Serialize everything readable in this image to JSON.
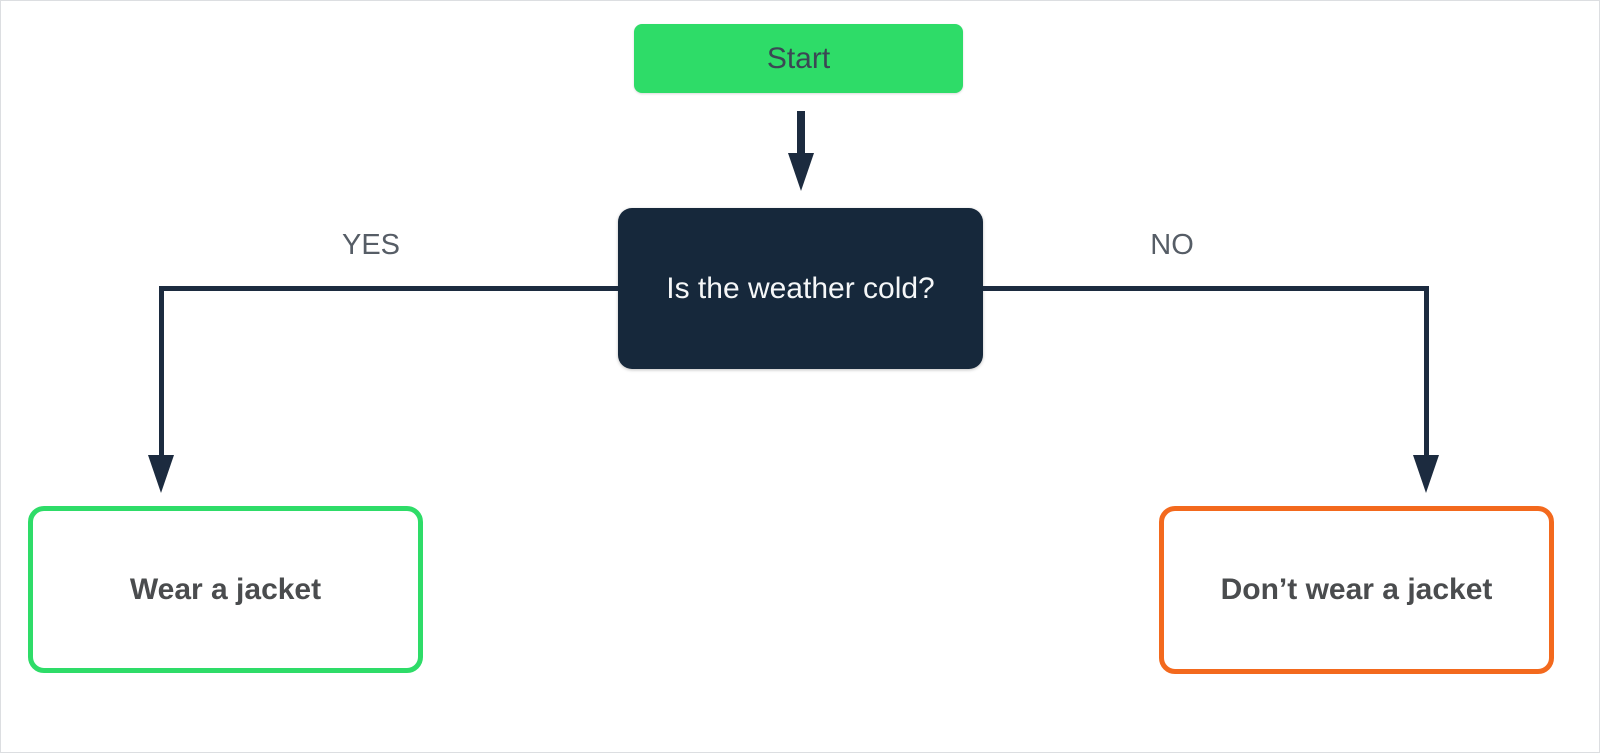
{
  "flowchart": {
    "nodes": {
      "start": {
        "label": "Start",
        "fill": "#2edc68",
        "text_color": "#3b4754"
      },
      "decision": {
        "label": "Is the weather cold?",
        "fill": "#16283b",
        "text_color": "#f5f7f8"
      },
      "yes_outcome": {
        "label": "Wear a jacket",
        "border_color": "#2edc68",
        "fill": "#ffffff",
        "text_color": "#4a4c4e"
      },
      "no_outcome": {
        "label": "Don’t wear a jacket",
        "border_color": "#f3691d",
        "fill": "#ffffff",
        "text_color": "#4a4c4e"
      }
    },
    "edges": {
      "yes_label": "YES",
      "no_label": "NO",
      "line_color": "#1c2b3f",
      "label_color": "#565d66"
    }
  }
}
